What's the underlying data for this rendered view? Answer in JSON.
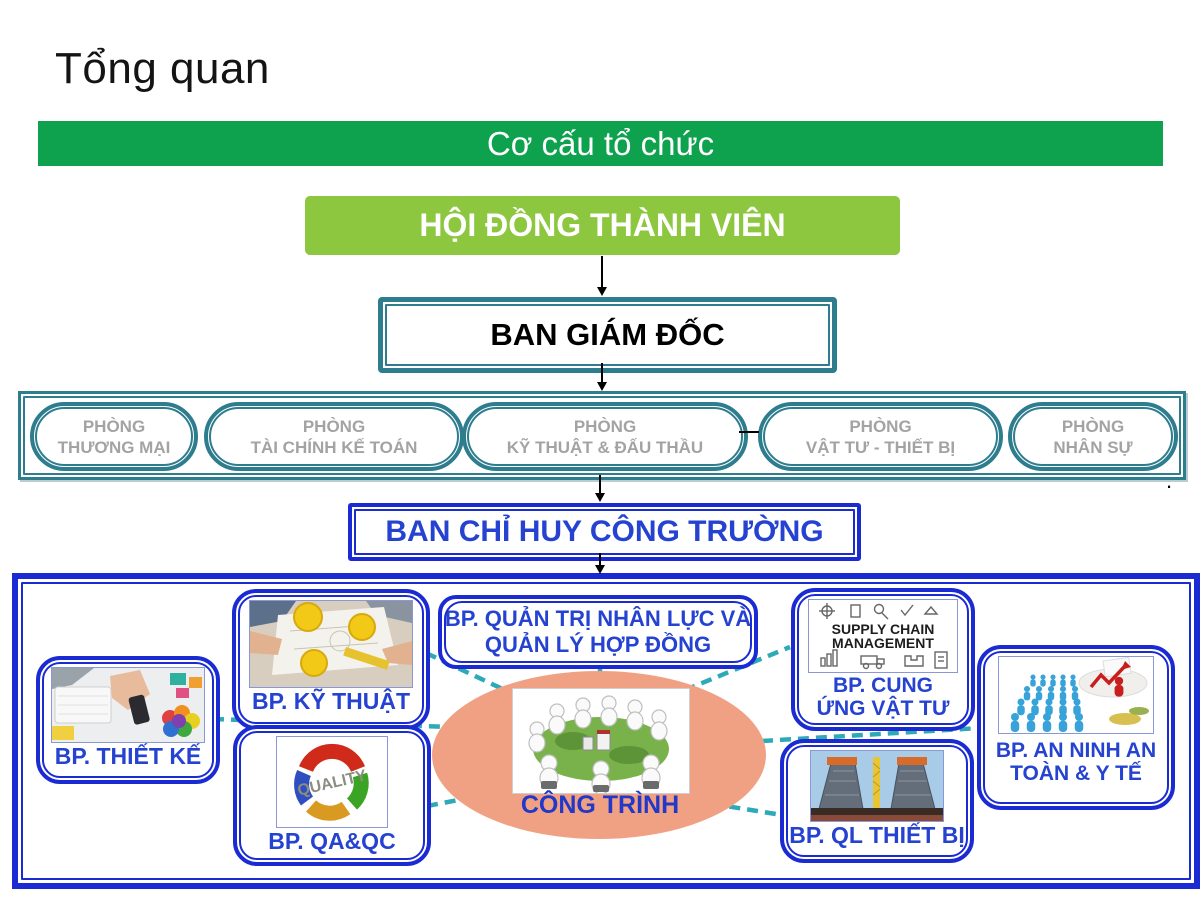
{
  "page": {
    "title": "Tổng quan"
  },
  "banner": {
    "label": "Cơ cấu tổ chức"
  },
  "org": {
    "board": "HỘI ĐỒNG THÀNH VIÊN",
    "directors": "BAN GIÁM ĐỐC",
    "site_command": "BAN CHỈ HUY CÔNG TRƯỜNG",
    "center": "CÔNG TRÌNH"
  },
  "departments": [
    {
      "line1": "PHÒNG",
      "line2": "THƯƠNG MẠI"
    },
    {
      "line1": "PHÒNG",
      "line2": "TÀI CHÍNH KẾ TOÁN"
    },
    {
      "line1": "PHÒNG",
      "line2": "KỸ THUẬT & ĐẤU THẦU"
    },
    {
      "line1": "PHÒNG",
      "line2": "VẬT TƯ - THIẾT BỊ"
    },
    {
      "line1": "PHÒNG",
      "line2": "NHÂN SỰ"
    }
  ],
  "site_units": {
    "design": "BP. THIẾT KẾ",
    "engineering": "BP. KỸ THUẬT",
    "qaqc": "BP. QA&QC",
    "hr_line1": "BP. QUẢN TRỊ NHÂN LỰC VÀ",
    "hr_line2": "QUẢN LÝ HỢP ĐỒNG",
    "supply_line1": "BP. CUNG",
    "supply_line2": "ỨNG VẬT TƯ",
    "safety_line1": "BP. AN NINH AN",
    "safety_line2": "TOÀN & Y TẾ",
    "equipment": "BP. QL THIẾT BỊ"
  },
  "embedded_text": {
    "supply_chain_line1": "SUPPLY CHAIN",
    "supply_chain_line2": "MANAGEMENT",
    "quality": "QUALITY"
  },
  "misc": {
    "stray_dot": "."
  },
  "colors": {
    "green-banner": "#0FA24E",
    "light-green": "#8DC740",
    "teal": "#2E7D8E",
    "blue": "#1B2BD4",
    "text-blue": "#2543D0",
    "salmon": "#F0A183",
    "dash-teal": "#2EA9B8",
    "gray-dept": "#A3A3A3"
  }
}
